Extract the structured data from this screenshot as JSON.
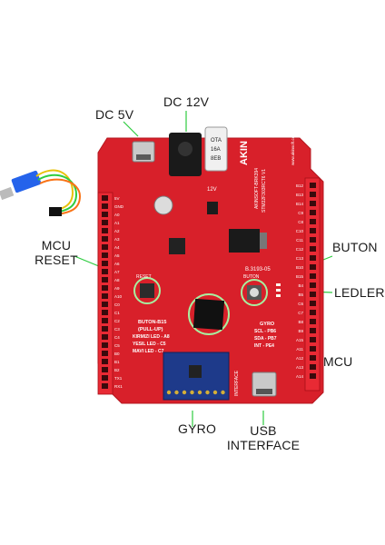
{
  "callouts": {
    "dc5v": "DC 5V",
    "dc12v": "DC 12V",
    "mcu_reset_line1": "MCU",
    "mcu_reset_line2": "RESET",
    "buton": "BUTON",
    "ledler": "LEDLER",
    "mcu": "MCU",
    "gyro": "GYRO",
    "usb_line1": "USB",
    "usb_line2": "INTERFACE"
  },
  "board": {
    "brand": "AKIN",
    "model": "AKINSOFT-BRK394",
    "model2": "STM32F303RCT6 V1",
    "code": "B.3193-05",
    "website": "www.akinsoft.com",
    "v12_label": "12V",
    "reset_label": "RESET",
    "buton_label": "BUTON",
    "buton_pin": "BUTON-B15",
    "pullup": "(PULL-UP)",
    "red_led": "KIRMIZI LED - A8",
    "green_led": "YESIL LED - C5",
    "blue_led": "MAVI LED - C7",
    "gyro_title": "GYRO",
    "gyro_scl": "SCL - PB6",
    "gyro_sda": "SDA - PB7",
    "gyro_int": "INT - PE4",
    "usb_label": "INTERFACE",
    "buzzer_text_1": "OTA",
    "buzzer_text_2": "16A",
    "buzzer_text_3": "8EB",
    "left_pins": [
      "5V",
      "GND",
      "A0",
      "A1",
      "A2",
      "A3",
      "A4",
      "A5",
      "A6",
      "A7",
      "A8",
      "A9",
      "A10",
      "C0",
      "C1",
      "C2",
      "C3",
      "C4",
      "C5",
      "B0",
      "B1",
      "B2",
      "TX1",
      "RX1"
    ],
    "right_pins": [
      "B12",
      "B13",
      "B14",
      "C9",
      "C8",
      "C10",
      "C11",
      "C12",
      "C13",
      "B10",
      "B15",
      "B4",
      "B5",
      "C6",
      "C7",
      "B8",
      "B9",
      "A15",
      "A11",
      "A12",
      "A13",
      "A14"
    ]
  },
  "colors": {
    "pcb": "#d8202a",
    "pcb_dark": "#b51820",
    "header": "#e82a34",
    "callout_line": "#2ecc40",
    "highlight": "#a7f0a0"
  }
}
